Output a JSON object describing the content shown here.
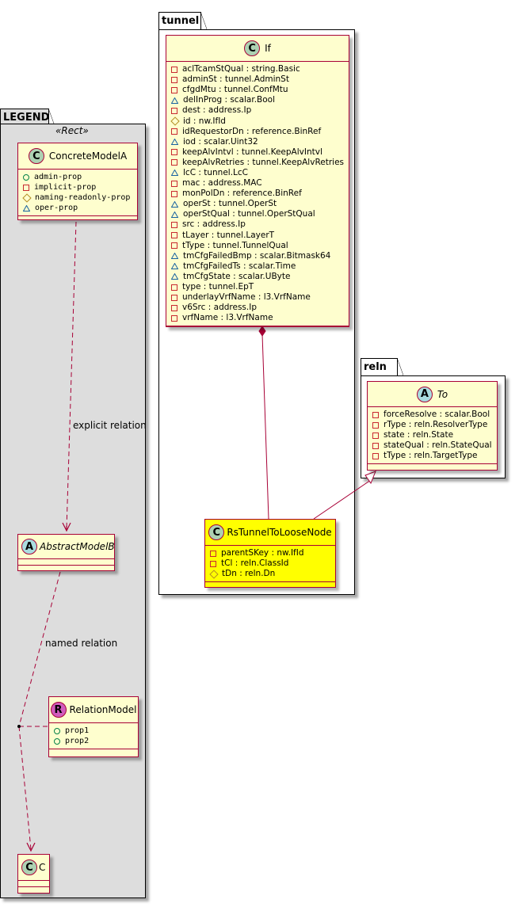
{
  "packages": {
    "legend": {
      "name": "LEGEND",
      "stereotype": "«Rect»"
    },
    "tunnel": {
      "name": "tunnel"
    },
    "reln": {
      "name": "reln"
    }
  },
  "classes": {
    "concrete_model_a": {
      "name": "ConcreteModelA",
      "kind": "C",
      "attributes": [
        {
          "visibility": "public",
          "text": "admin-prop"
        },
        {
          "visibility": "private",
          "text": "implicit-prop"
        },
        {
          "visibility": "protected",
          "text": "naming-readonly-prop"
        },
        {
          "visibility": "package",
          "text": "oper-prop"
        }
      ]
    },
    "abstract_model_b": {
      "name": "AbstractModelB",
      "kind": "A",
      "attributes": []
    },
    "relation_model": {
      "name": "RelationModel",
      "kind": "R",
      "attributes": [
        {
          "visibility": "public",
          "text": "prop1"
        },
        {
          "visibility": "public",
          "text": "prop2"
        }
      ]
    },
    "c": {
      "name": "C",
      "kind": "C",
      "attributes": []
    },
    "if": {
      "name": "If",
      "kind": "C",
      "attributes": [
        {
          "visibility": "private",
          "text": "aclTcamStQual : string.Basic"
        },
        {
          "visibility": "private",
          "text": "adminSt : tunnel.AdminSt"
        },
        {
          "visibility": "private",
          "text": "cfgdMtu : tunnel.ConfMtu"
        },
        {
          "visibility": "package",
          "text": "delInProg : scalar.Bool"
        },
        {
          "visibility": "private",
          "text": "dest : address.Ip"
        },
        {
          "visibility": "protected",
          "text": "id : nw.IfId"
        },
        {
          "visibility": "private",
          "text": "idRequestorDn : reference.BinRef"
        },
        {
          "visibility": "package",
          "text": "iod : scalar.Uint32"
        },
        {
          "visibility": "private",
          "text": "keepAlvIntvl : tunnel.KeepAlvIntvl"
        },
        {
          "visibility": "private",
          "text": "keepAlvRetries : tunnel.KeepAlvRetries"
        },
        {
          "visibility": "package",
          "text": "lcC : tunnel.LcC"
        },
        {
          "visibility": "private",
          "text": "mac : address.MAC"
        },
        {
          "visibility": "private",
          "text": "monPolDn : reference.BinRef"
        },
        {
          "visibility": "package",
          "text": "operSt : tunnel.OperSt"
        },
        {
          "visibility": "package",
          "text": "operStQual : tunnel.OperStQual"
        },
        {
          "visibility": "private",
          "text": "src : address.Ip"
        },
        {
          "visibility": "private",
          "text": "tLayer : tunnel.LayerT"
        },
        {
          "visibility": "private",
          "text": "tType : tunnel.TunnelQual"
        },
        {
          "visibility": "package",
          "text": "tmCfgFailedBmp : scalar.Bitmask64"
        },
        {
          "visibility": "package",
          "text": "tmCfgFailedTs : scalar.Time"
        },
        {
          "visibility": "package",
          "text": "tmCfgState : scalar.UByte"
        },
        {
          "visibility": "private",
          "text": "type : tunnel.EpT"
        },
        {
          "visibility": "private",
          "text": "underlayVrfName : l3.VrfName"
        },
        {
          "visibility": "private",
          "text": "v6Src : address.Ip"
        },
        {
          "visibility": "private",
          "text": "vrfName : l3.VrfName"
        }
      ]
    },
    "to": {
      "name": "To",
      "kind": "A",
      "attributes": [
        {
          "visibility": "private",
          "text": "forceResolve : scalar.Bool"
        },
        {
          "visibility": "private",
          "text": "rType : reln.ResolverType"
        },
        {
          "visibility": "private",
          "text": "state : reln.State"
        },
        {
          "visibility": "private",
          "text": "stateQual : reln.StateQual"
        },
        {
          "visibility": "private",
          "text": "tType : reln.TargetType"
        }
      ]
    },
    "rs_tunnel_to_loose_node": {
      "name": "RsTunnelToLooseNode",
      "kind": "C",
      "attributes": [
        {
          "visibility": "private",
          "text": "parentSKey : nw.IfId"
        },
        {
          "visibility": "private",
          "text": "tCl : reln.ClassId"
        },
        {
          "visibility": "protected",
          "text": "tDn : reln.Dn"
        }
      ]
    }
  },
  "relations": {
    "explicit_label": "explicit relation",
    "named_label": "named relation"
  },
  "colors": {
    "class_fill": "#FEFECE",
    "class_border": "#A80036",
    "highlight_fill": "#FFFF00",
    "legend_fill": "#DDDDDD",
    "private": "#C82930",
    "public": "#038048",
    "protected": "#B38D22",
    "package": "#1963A0"
  }
}
